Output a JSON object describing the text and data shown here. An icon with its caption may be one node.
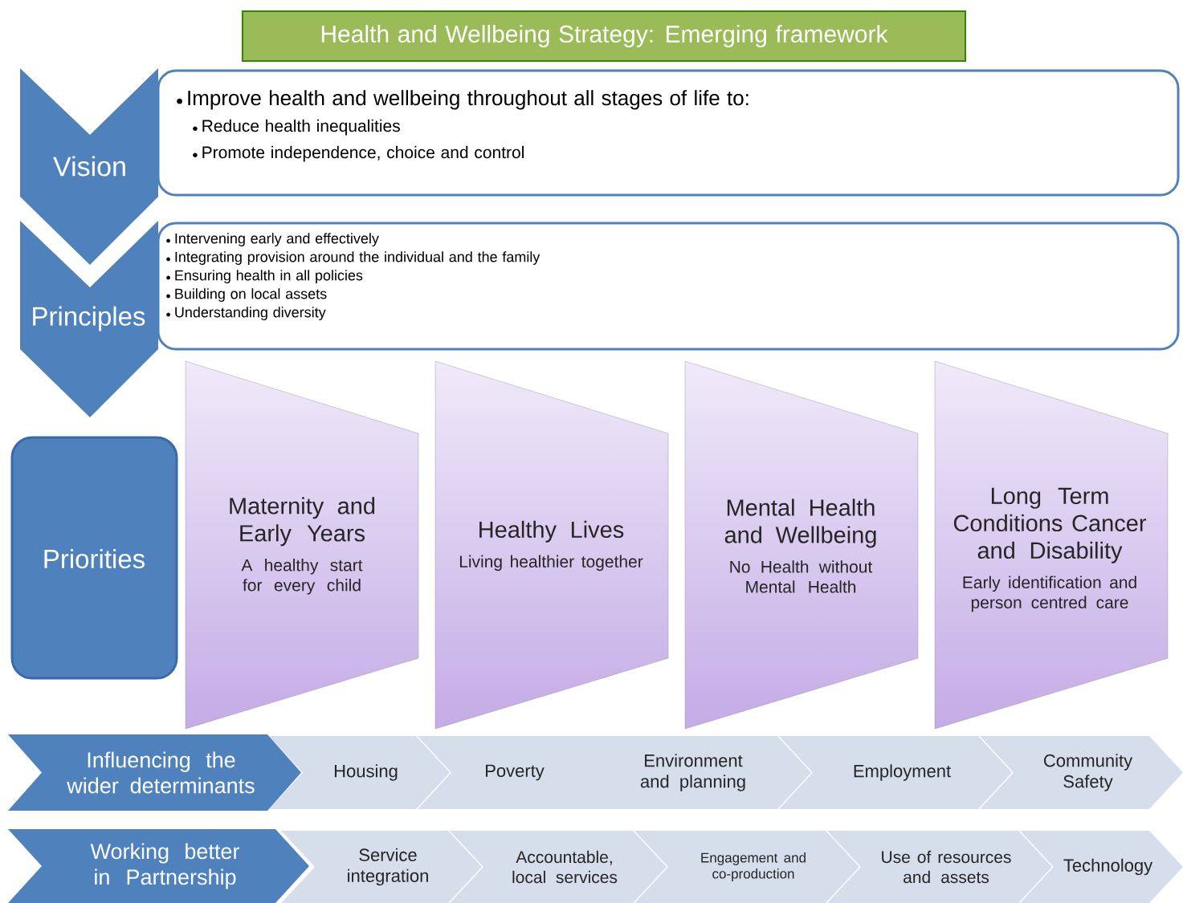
{
  "diagram": {
    "title": "Health and Wellbeing Strategy: Emerging framework",
    "nodes": [
      {
        "text": [
          "Vision"
        ]
      },
      {
        "text": [
          "Improve health and wellbeing throughout all stages of life to:",
          "Reduce health inequalities",
          "Promote  independence, choice and control"
        ]
      },
      {
        "text": [
          "Principles"
        ]
      },
      {
        "text": [
          "Intervening early and effectively",
          "Integrating provision around the individual and the family",
          "Ensuring health in all policies",
          "Building on local assets",
          "Understanding diversity"
        ]
      },
      {
        "text": [
          "Priorities"
        ]
      },
      {
        "text": [
          "Maternity and Early Years",
          "A healthy start for every child"
        ]
      },
      {
        "text": [
          "Healthy Lives",
          "Living healthier together"
        ]
      },
      {
        "text": [
          "Mental Health and Wellbeing",
          "No Health without Mental Health"
        ]
      },
      {
        "text": [
          "Long Term Conditions Cancer and Disability",
          "Early identification and person centred care"
        ]
      },
      {
        "text": [
          "Influencing the wider determinants"
        ]
      },
      {
        "text": [
          "Housing"
        ]
      },
      {
        "text": [
          "Poverty"
        ]
      },
      {
        "text": [
          "Environment and planning"
        ]
      },
      {
        "text": [
          "Employment"
        ]
      },
      {
        "text": [
          "Community Safety"
        ]
      },
      {
        "text": [
          "Working better in Partnership"
        ]
      },
      {
        "text": [
          "Service integration"
        ]
      },
      {
        "text": [
          "Accountable, local services"
        ]
      },
      {
        "text": [
          "Engagement and co-production"
        ]
      },
      {
        "text": [
          "Use of resources and assets"
        ]
      },
      {
        "text": [
          "Technology"
        ]
      }
    ]
  }
}
